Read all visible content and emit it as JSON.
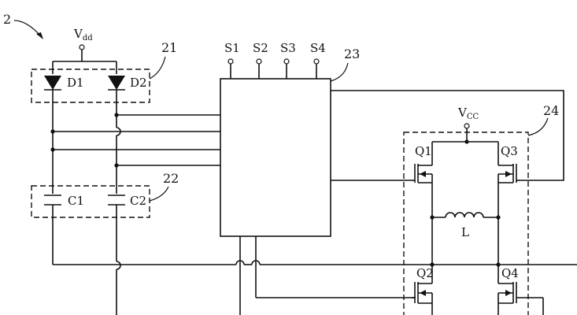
{
  "figure": {
    "ref_main": "2",
    "vdd_label": "V",
    "vdd_sub": "dd",
    "vcc_label": "V",
    "vcc_sub": "CC",
    "ref_diode_block": "21",
    "ref_cap_block": "22",
    "ref_controller": "23",
    "ref_bridge": "24"
  },
  "components": {
    "diodes": [
      "D1",
      "D2"
    ],
    "capacitors": [
      "C1",
      "C2"
    ],
    "signals": [
      "S1",
      "S2",
      "S3",
      "S4"
    ],
    "transistors": [
      "Q1",
      "Q2",
      "Q3",
      "Q4"
    ],
    "inductor": "L"
  }
}
